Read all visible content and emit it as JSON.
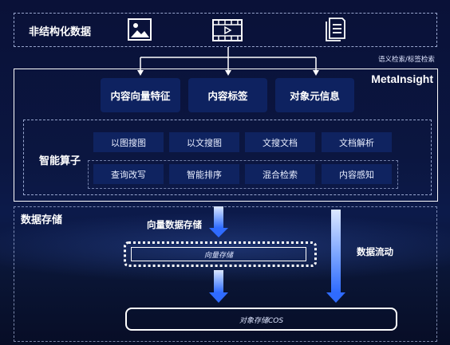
{
  "top": {
    "title": "非结构化数据",
    "icons": [
      "image-icon",
      "video-icon",
      "document-icon"
    ],
    "retrieval_label": "语义检索/标签检索"
  },
  "metainsight": {
    "title": "MetaInsight",
    "features": [
      "内容向量特征",
      "内容标签",
      "对象元信息"
    ],
    "operators_title": "智能算子",
    "operators_row1": [
      "以图搜图",
      "以文搜图",
      "文搜文档",
      "文档解析"
    ],
    "operators_row2": [
      "查询改写",
      "智能排序",
      "混合检索",
      "内容感知"
    ]
  },
  "storage": {
    "title": "数据存储",
    "vector_label": "向量数据存储",
    "vector_store": "向量存储",
    "flow_label": "数据流动",
    "cos": "对象存储COS"
  },
  "colors": {
    "background": "#0b1640",
    "chip": "#0f2360",
    "arrow_blue": "#2f6bff"
  }
}
